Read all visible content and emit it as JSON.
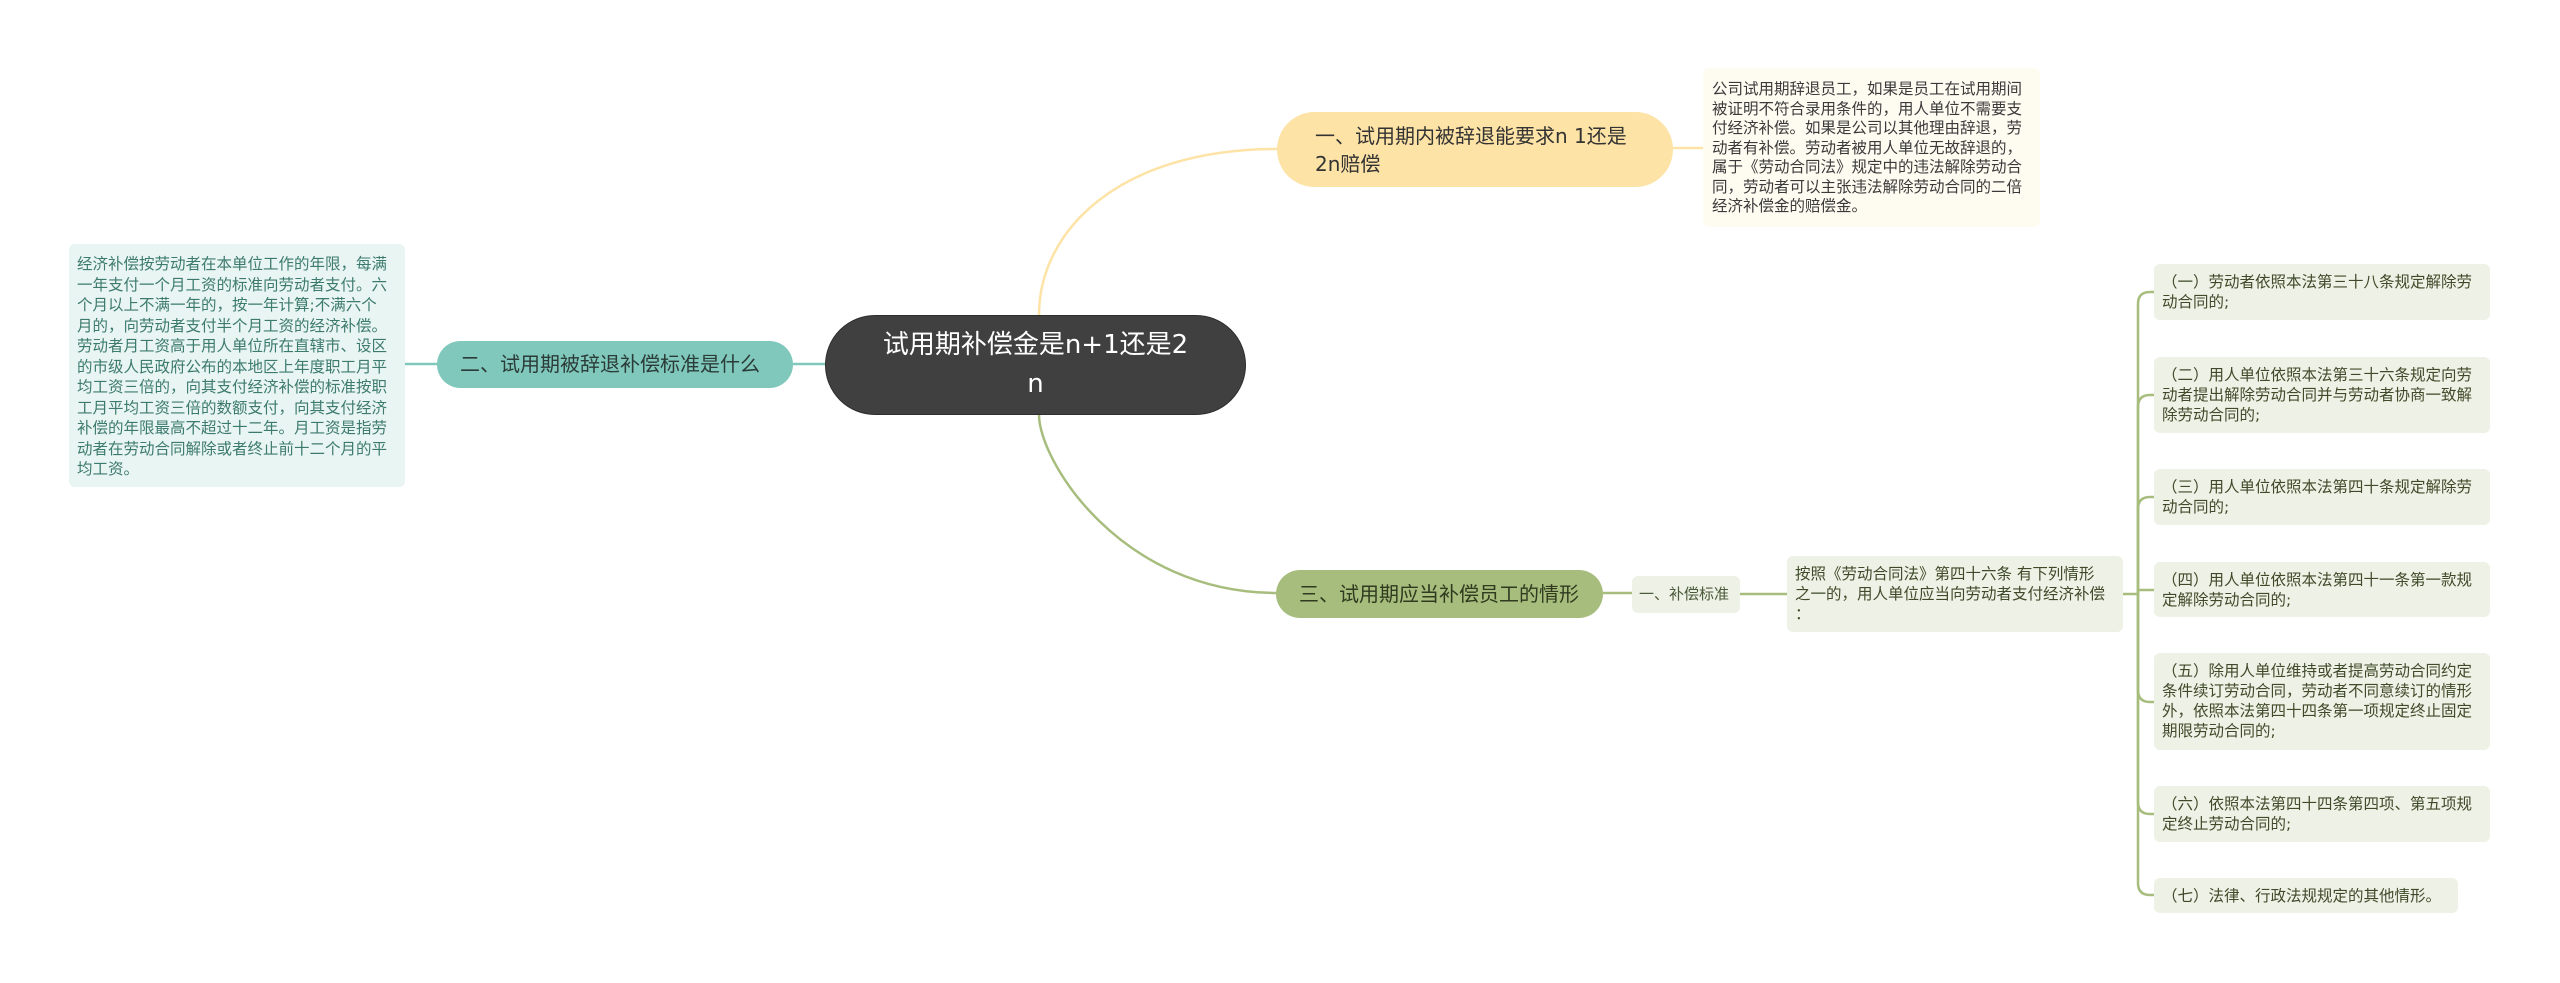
{
  "central": {
    "lines": [
      "试用期补偿金是n+1还是2",
      "n"
    ]
  },
  "branch1": {
    "title_lines": [
      "一、试用期内被辞退能要求n 1还是",
      "2n赔偿"
    ],
    "note_lines": [
      "公司试用期辞退员工，如果是员工在试用期间",
      "被证明不符合录用条件的，用人单位不需要支",
      "付经济补偿。如果是公司以其他理由辞退，劳",
      "动者有补偿。劳动者被用人单位无故辞退的，",
      "属于《劳动合同法》规定中的违法解除劳动合",
      "同，劳动者可以主张违法解除劳动合同的二倍",
      "经济补偿金的赔偿金。"
    ]
  },
  "branch2": {
    "title": "二、试用期被辞退补偿标准是什么",
    "note_lines": [
      "经济补偿按劳动者在本单位工作的年限，每满",
      "一年支付一个月工资的标准向劳动者支付。六",
      "个月以上不满一年的，按一年计算;不满六个",
      "月的，向劳动者支付半个月工资的经济补偿。",
      "劳动者月工资高于用人单位所在直辖市、设区",
      "的市级人民政府公布的本地区上年度职工月平",
      "均工资三倍的，向其支付经济补偿的标准按职",
      "工月平均工资三倍的数额支付，向其支付经济",
      "补偿的年限最高不超过十二年。月工资是指劳",
      "动者在劳动合同解除或者终止前十二个月的平",
      "均工资。"
    ]
  },
  "branch3": {
    "title": "三、试用期应当补偿员工的情形",
    "sub": {
      "label": "一、补偿标准",
      "detail_lines": [
        "按照《劳动合同法》第四十六条 有下列情形",
        "之一的，用人单位应当向劳动者支付经济补偿",
        "："
      ],
      "items": [
        {
          "lines": [
            "（一）劳动者依照本法第三十八条规定解除劳",
            "动合同的;"
          ]
        },
        {
          "lines": [
            "（二）用人单位依照本法第三十六条规定向劳",
            "动者提出解除劳动合同并与劳动者协商一致解",
            "除劳动合同的;"
          ]
        },
        {
          "lines": [
            "（三）用人单位依照本法第四十条规定解除劳",
            "动合同的;"
          ]
        },
        {
          "lines": [
            "（四）用人单位依照本法第四十一条第一款规",
            "定解除劳动合同的;"
          ]
        },
        {
          "lines": [
            "（五）除用人单位维持或者提高劳动合同约定",
            "条件续订劳动合同，劳动者不同意续订的情形",
            "外，依照本法第四十四条第一项规定终止固定",
            "期限劳动合同的;"
          ]
        },
        {
          "lines": [
            "（六）依照本法第四十四条第四项、第五项规",
            "定终止劳动合同的;"
          ]
        },
        {
          "lines": [
            "（七）法律、行政法规规定的其他情形。"
          ]
        }
      ]
    }
  },
  "colors": {
    "central_bg": "#404040",
    "branch1": "#fde3a6",
    "branch2": "#7fc8bb",
    "branch3": "#a7bd7d",
    "note_bg_branch1": "#fefbf1",
    "note_bg_branch2": "#e8f5f2",
    "note_bg_branch3": "#eef1e5"
  }
}
